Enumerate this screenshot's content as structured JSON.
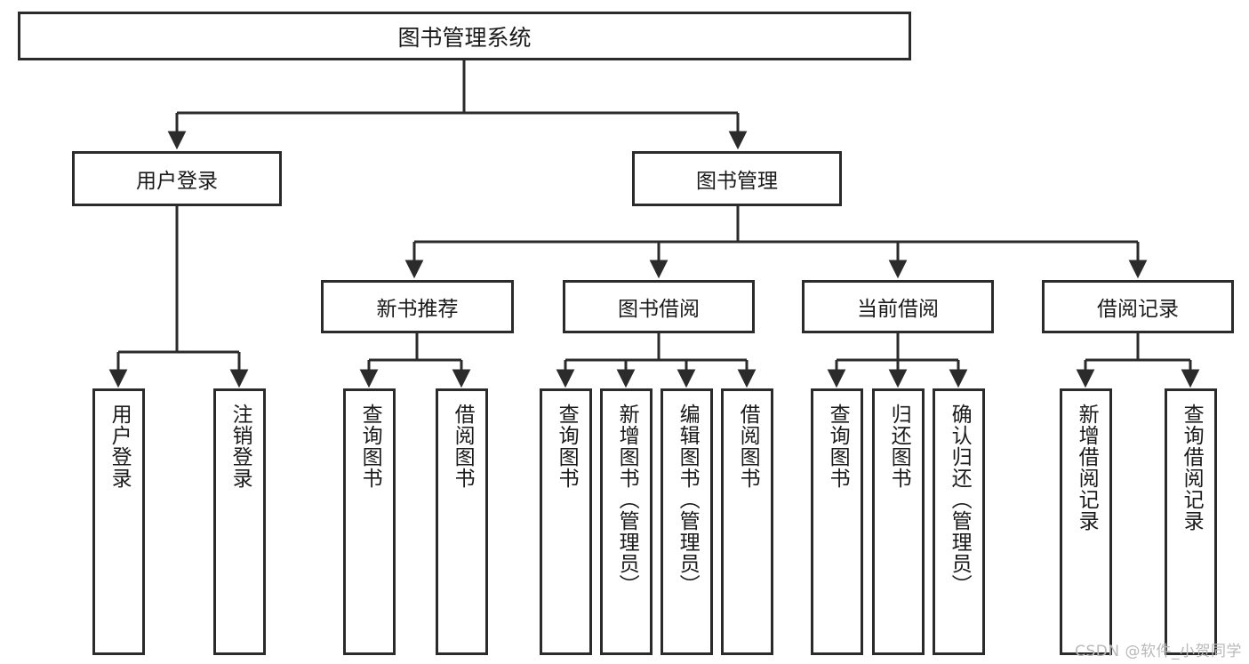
{
  "diagram": {
    "type": "tree",
    "title": "图书管理系统",
    "orientation": "top-down",
    "colors": {
      "box_border": "#2b2b2b",
      "box_fill": "#ffffff",
      "edge": "#2b2b2b",
      "text": "#1a1a1a",
      "watermark": "#b9b9b9"
    },
    "root": {
      "label": "图书管理系统"
    },
    "level1": [
      {
        "label": "用户登录"
      },
      {
        "label": "图书管理"
      }
    ],
    "level2": [
      {
        "label": "新书推荐"
      },
      {
        "label": "图书借阅"
      },
      {
        "label": "当前借阅"
      },
      {
        "label": "借阅记录"
      }
    ],
    "leaves": {
      "user_login": [
        {
          "label": "用户登录"
        },
        {
          "label": "注销登录"
        }
      ],
      "new_book_recommend": [
        {
          "label": "查询图书"
        },
        {
          "label": "借阅图书"
        }
      ],
      "book_borrow": [
        {
          "label": "查询图书"
        },
        {
          "label": "新增图书（管理员）"
        },
        {
          "label": "编辑图书（管理员）"
        },
        {
          "label": "借阅图书"
        }
      ],
      "current_borrow": [
        {
          "label": "查询图书"
        },
        {
          "label": "归还图书"
        },
        {
          "label": "确认归还（管理员）"
        }
      ],
      "borrow_record": [
        {
          "label": "新增借阅记录"
        },
        {
          "label": "查询借阅记录"
        }
      ]
    }
  },
  "watermark": {
    "text": "CSDN @软件_小贺同学"
  }
}
